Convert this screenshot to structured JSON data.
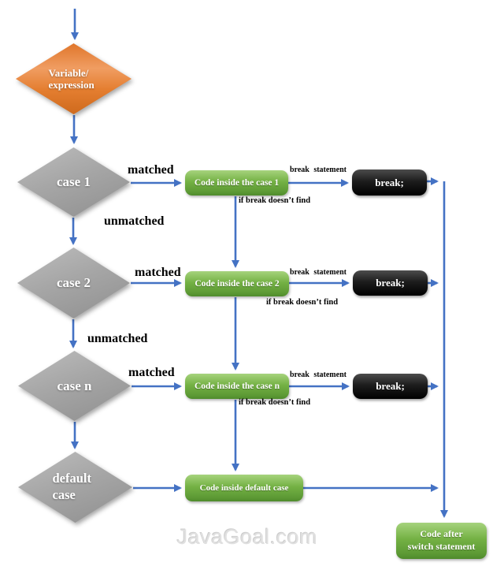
{
  "watermark": "JavaGoal.com",
  "colors": {
    "connector_blue": "#4472c4",
    "start_orange": "#ed7d31",
    "decision_gray": "#a6a6a6",
    "process_green": "#70ad47",
    "break_black": "#141414",
    "label_black": "#000000",
    "watermark_gray": "#e0e0e0"
  },
  "nodes": {
    "start": {
      "line1": "Variable/",
      "line2": "expression"
    },
    "case1": "case 1",
    "case2": "case 2",
    "casen": "case n",
    "default_case": {
      "line1": "default",
      "line2": "case"
    },
    "code_case1": "Code inside the case 1",
    "code_case2": "Code inside the case 2",
    "code_casen": "Code inside the case n",
    "code_default": "Code inside default case",
    "break1": "break;",
    "break2": "break;",
    "breakn": "break;",
    "code_after": {
      "line1": "Code after",
      "line2": "switch statement"
    }
  },
  "edge_labels": {
    "matched_1": "matched",
    "matched_2": "matched",
    "matched_n": "matched",
    "unmatched_1": "unmatched",
    "unmatched_2": "unmatched",
    "break_statement_1": "break statement",
    "break_statement_2": "break statement",
    "break_statement_n": "break statement",
    "if_break_not_found_1": "if break doesn’t find",
    "if_break_not_found_2": "if break doesn’t find",
    "if_break_not_found_n": "if break doesn’t find"
  }
}
